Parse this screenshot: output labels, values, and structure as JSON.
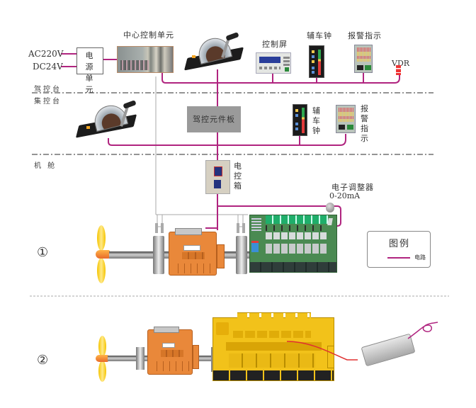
{
  "title": "船舶主推进控制系统示意图",
  "colors": {
    "circuit": "#b0247f",
    "signal_wire": "#999999",
    "divider": "#555555"
  },
  "power": {
    "ac_label": "AC220V",
    "dc_label": "DC24V",
    "unit_label": "电源单元"
  },
  "zones": {
    "bridge": "驾控台",
    "ecr": "集控台",
    "engine_room": "机 舱"
  },
  "components": {
    "central_control": "中心控制单元",
    "control_screen": "控制屏",
    "telegraph_bridge": "辅车钟",
    "alarm_bridge": "报警指示",
    "vdr": "VDR",
    "driving_panel": "驾控元件板",
    "telegraph_ecr": "辅车钟",
    "alarm_ecr": "报警指示",
    "electric_box": "电控箱",
    "governor": "电子调整器",
    "governor_signal": "0-20mA"
  },
  "legend": {
    "title": "图例",
    "items": [
      {
        "label": "电路",
        "color": "#b0247f"
      }
    ]
  },
  "configurations": [
    {
      "label": "①"
    },
    {
      "label": "②"
    }
  ]
}
